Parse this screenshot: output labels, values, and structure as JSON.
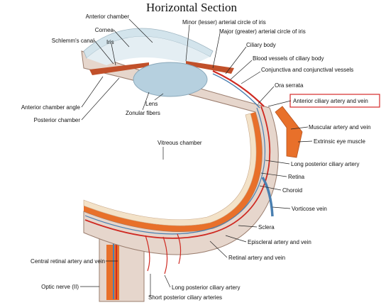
{
  "title": "Horizontal Section",
  "labels": {
    "anterior_chamber": "Anterior chamber",
    "cornea": "Cornea",
    "schlemms_canal": "Schlemm's canal",
    "iris": "Iris",
    "minor_arterial_circle": "Minor (lesser) arterial circle of iris",
    "major_arterial_circle": "Major (greater) arterial circle of iris",
    "ciliary_body": "Ciliary body",
    "ciliary_blood_vessels": "Blood vessels of ciliary body",
    "conjunctiva": "Conjunctiva and conjunctival vessels",
    "ora_serrata": "Ora serrata",
    "anterior_ciliary": "Anterior ciliary artery and vein",
    "anterior_chamber_angle": "Anterior chamber angle",
    "posterior_chamber": "Posterior chamber",
    "lens": "Lens",
    "zonular_fibers": "Zonular fibers",
    "muscular_artery": "Muscular artery and vein",
    "extrinsic_muscle": "Extrinsic eye muscle",
    "vitreous_chamber": "Vitreous chamber",
    "long_posterior_ciliary_right": "Long posterior ciliary artery",
    "retina": "Retina",
    "choroid": "Choroid",
    "vorticose_vein": "Vorticose vein",
    "sclera": "Sclera",
    "episcleral": "Episcleral artery and vein",
    "central_retinal": "Central retinal artery and vein",
    "retinal_artery": "Retinal artery and vein",
    "optic_nerve": "Optic nerve (II)",
    "long_posterior_ciliary_bottom": "Long posterior ciliary artery",
    "short_posterior_ciliary": "Short posterior ciliary arteries"
  },
  "colors": {
    "sclera": "#e6d6cc",
    "choroid": "#e8702a",
    "retina": "#f3e2c8",
    "cornea": "#d3e4ec",
    "lens": "#b6d0df",
    "artery": "#cf2a22",
    "vein": "#4a7fb0",
    "highlight_box": "#d62828"
  }
}
